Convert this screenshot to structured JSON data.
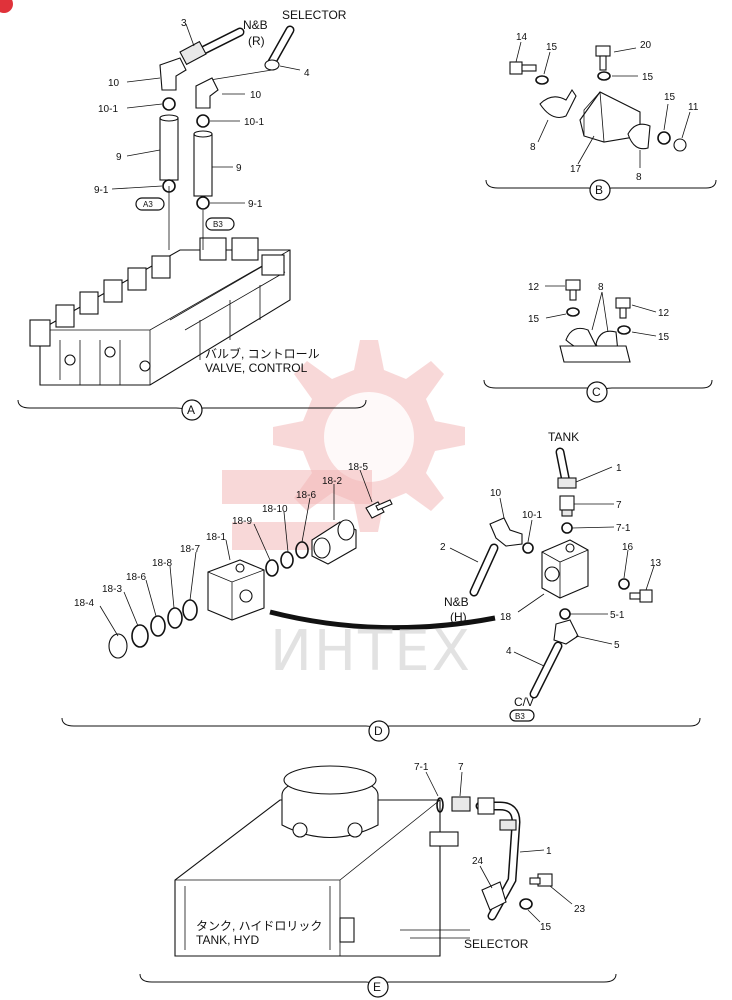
{
  "labels": {
    "nb_r": "N&B",
    "nb_r_side": "(R)",
    "selector_top": "SELECTOR",
    "valve_jp": "バルブ, コントロール",
    "valve_en": "VALVE, CONTROL",
    "tag_a3": "A3",
    "tag_b3": "B3",
    "tank": "TANK",
    "nb_h": "N&B",
    "nb_h_side": "(H)",
    "cv": "C/V",
    "cv_tag": "B3",
    "tank_jp": "タンク, ハイドロリック",
    "tank_en": "TANK, HYD",
    "selector_bottom": "SELECTOR",
    "watermark": "ИНТЕХ"
  },
  "views": {
    "A": "A",
    "B": "B",
    "C": "C",
    "D": "D",
    "E": "E"
  },
  "callouts": {
    "a_3": "3",
    "a_10_left": "10",
    "a_10_1_left": "10-1",
    "a_9_left": "9",
    "a_9_1_left": "9-1",
    "a_4": "4",
    "a_10_right": "10",
    "a_10_1_right": "10-1",
    "a_9_right": "9",
    "a_9_1_right": "9-1",
    "b_14": "14",
    "b_15_a": "15",
    "b_20": "20",
    "b_15_b": "15",
    "b_15_c": "15",
    "b_11": "11",
    "b_8_a": "8",
    "b_17": "17",
    "b_8_b": "8",
    "c_12_a": "12",
    "c_8": "8",
    "c_12_b": "12",
    "c_15_a": "15",
    "c_15_b": "15",
    "d_18_5": "18-5",
    "d_18_2": "18-2",
    "d_18_6_a": "18-6",
    "d_18_10": "18-10",
    "d_18_9": "18-9",
    "d_18_1": "18-1",
    "d_18_7": "18-7",
    "d_18_8": "18-8",
    "d_18_6_b": "18-6",
    "d_18_3": "18-3",
    "d_18_4": "18-4",
    "d_10": "10",
    "d_10_1": "10-1",
    "d_2": "2",
    "d_1": "1",
    "d_7": "7",
    "d_7_1": "7-1",
    "d_16": "16",
    "d_13": "13",
    "d_18": "18",
    "d_5_1": "5-1",
    "d_5": "5",
    "d_4": "4",
    "e_7_1": "7-1",
    "e_7": "7",
    "e_1": "1",
    "e_24": "24",
    "e_23": "23",
    "e_15": "15"
  }
}
